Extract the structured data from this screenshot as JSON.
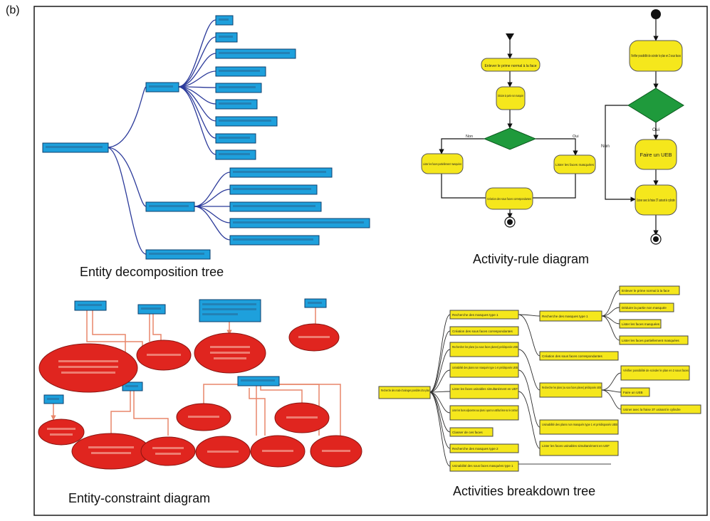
{
  "panel_letter": "(b)",
  "captions": {
    "entity_tree": "Entity decomposition tree",
    "activity_rule": "Activity-rule diagram",
    "entity_constraint": "Entity-constraint diagram",
    "activities_breakdown": "Activities breakdown tree"
  },
  "activity_rule": {
    "left": {
      "step1": "Enlever le prime normal à la face",
      "step2": "Déduire la partie non masquée",
      "branch_no": "Non",
      "branch_yes": "Oui",
      "left_box": "Lister les faces partiellement masquées",
      "right_box": "Lister les faces masquées",
      "merge_box": "Création des sous faces correspondantes"
    },
    "right": {
      "step1": "Vérifier possibilité de scinder le plan en 2 sous faces",
      "branch_no": "Non",
      "branch_yes": "Oui",
      "step2": "Faire un UEB",
      "step3": "Usiner avec la fraise 3T usinant le cylindre"
    }
  },
  "breakdown_tree": {
    "root": "Recherche des mode d'usinages possibles d'un plan",
    "level1": [
      "Recherche des masques type 1",
      "Création des sous faces correspondantes",
      "Rechercher les plans (ou sous faces planes) prédisposés UEB",
      "Usinabilité des plans non masqués type 1 et prédisposés UEB",
      "Lister les faces usinables simultanément en UEF",
      "Lister les faces adjacentes aux plans i ayant un attribut lisse sur le contour",
      "Classer de ces faces",
      "Recherche des masques type 2",
      "Usinabilité des sous faces masquées type 1"
    ],
    "level2": [
      "Recherche des masques type 1",
      "Création des sous faces correspondantes",
      "Rechercher les plans (ou sous faces planes) prédisposés UEB",
      "Usinabilité des plans non masqués type 1 et prédisposés UEB",
      "Lister les faces usinables simultanément en UEF"
    ],
    "level3": [
      "Enlever le prime normal à la face",
      "Déduire la partie non masquée",
      "Lister les faces masquées",
      "Lister les faces partiellement masquées",
      "Vérifier possibilité de scinder le plan en 2 sous faces",
      "Faire un UEB",
      "Usiner avec la fraise 3T usinant le cylindre"
    ]
  }
}
